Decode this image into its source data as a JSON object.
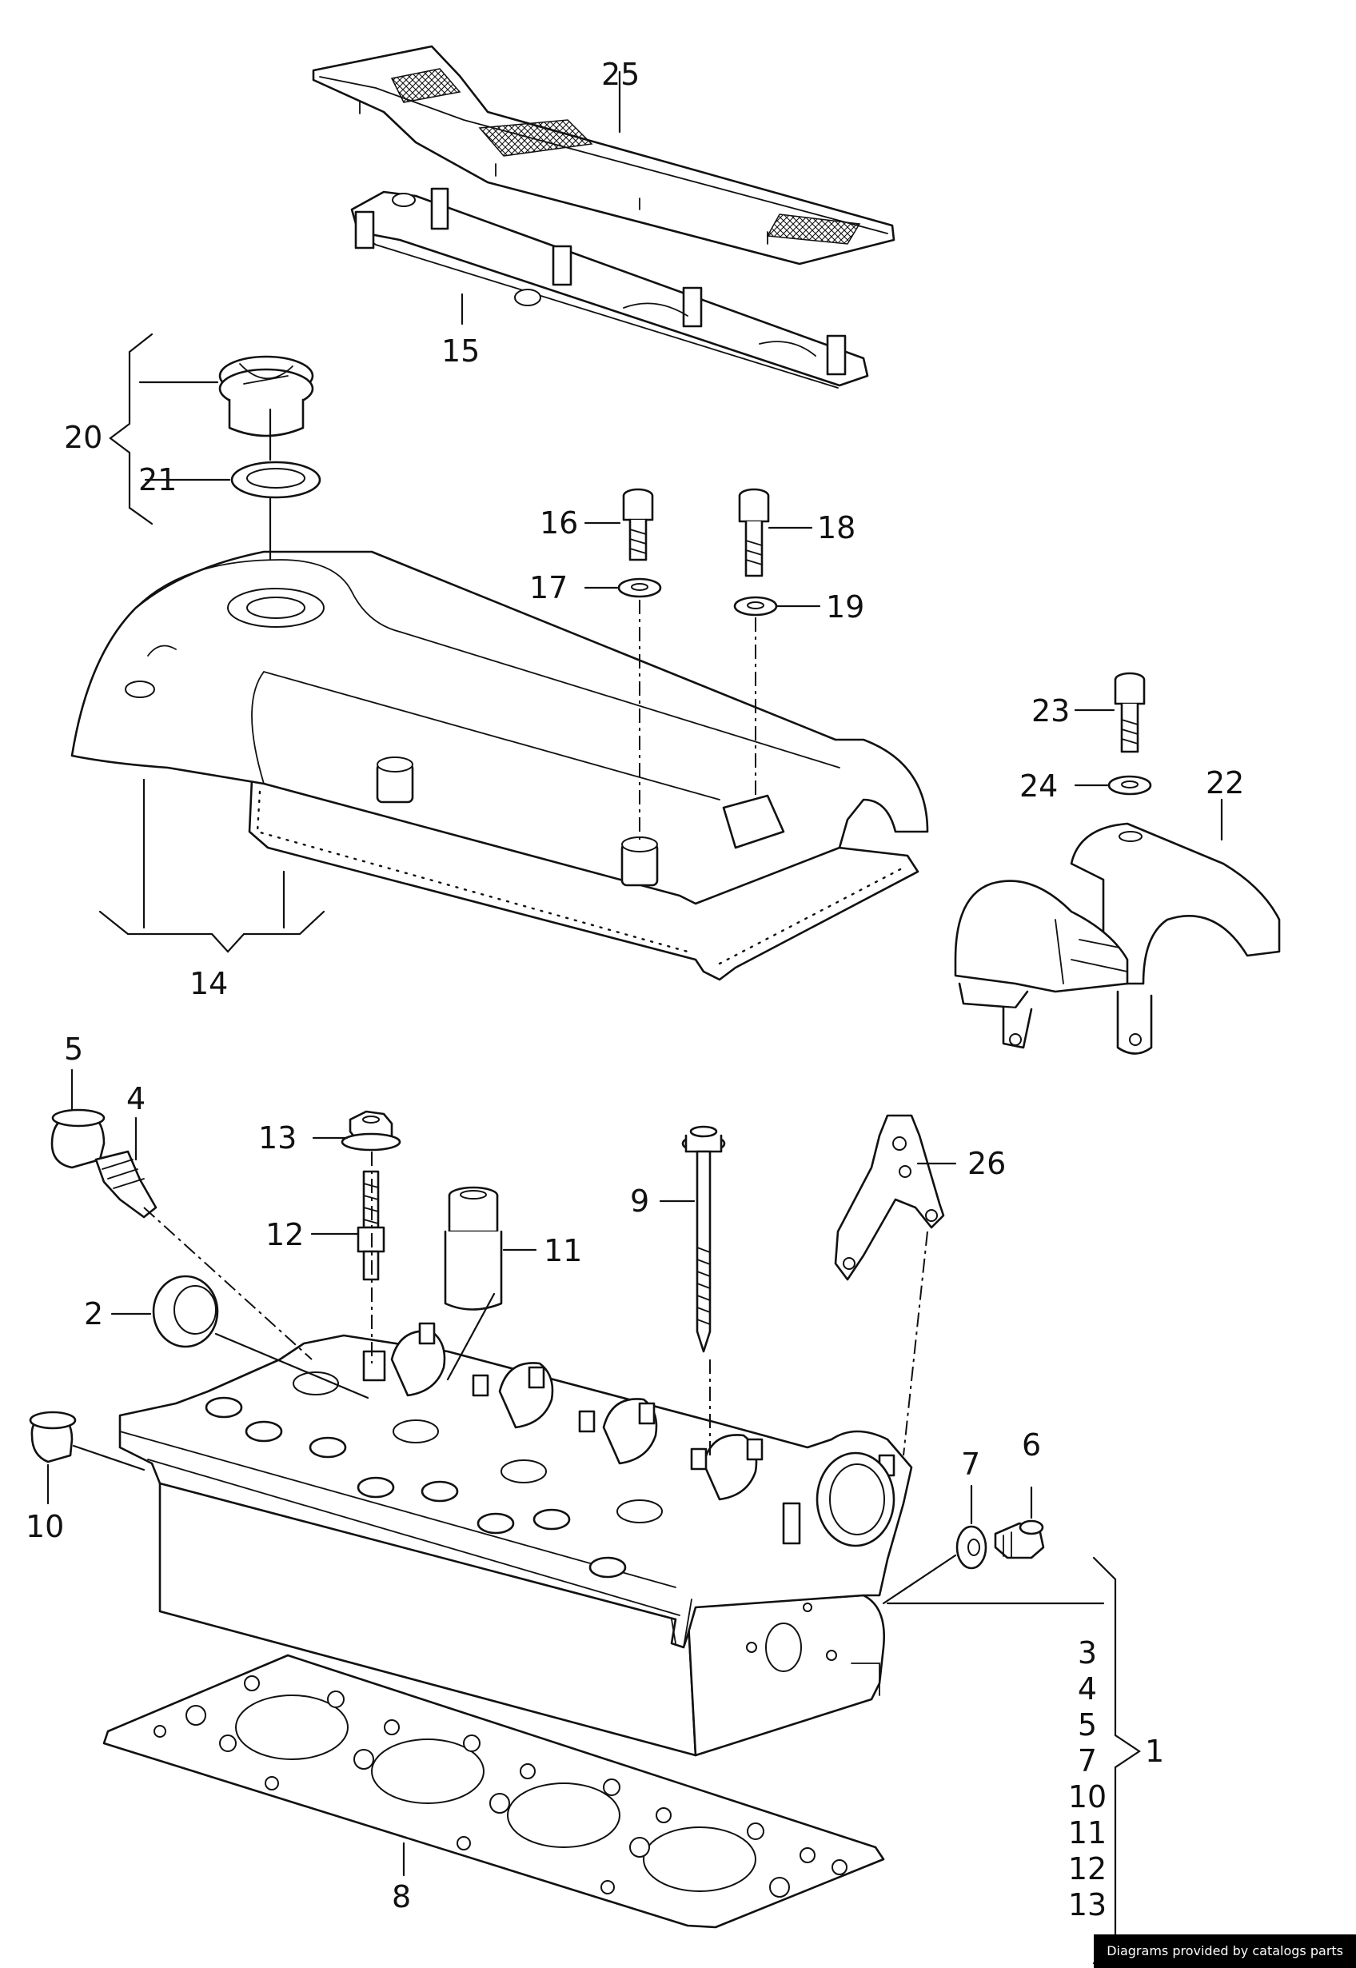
{
  "diagram": {
    "part_labels": {
      "p1": "1",
      "p2": "2",
      "p3": "3",
      "p4": "4",
      "p5": "5",
      "p6": "6",
      "p7": "7",
      "p8": "8",
      "p9": "9",
      "p10": "10",
      "p11": "11",
      "p12": "12",
      "p13": "13",
      "p14": "14",
      "p15": "15",
      "p16": "16",
      "p17": "17",
      "p18": "18",
      "p19": "19",
      "p20": "20",
      "p21": "21",
      "p22": "22",
      "p23": "23",
      "p24": "24",
      "p25": "25",
      "p26": "26"
    },
    "kit_list": [
      "3",
      "4",
      "5",
      "7",
      "10",
      "11",
      "12",
      "13"
    ]
  },
  "footer": {
    "credit": "Diagrams provided by catalogs parts"
  }
}
